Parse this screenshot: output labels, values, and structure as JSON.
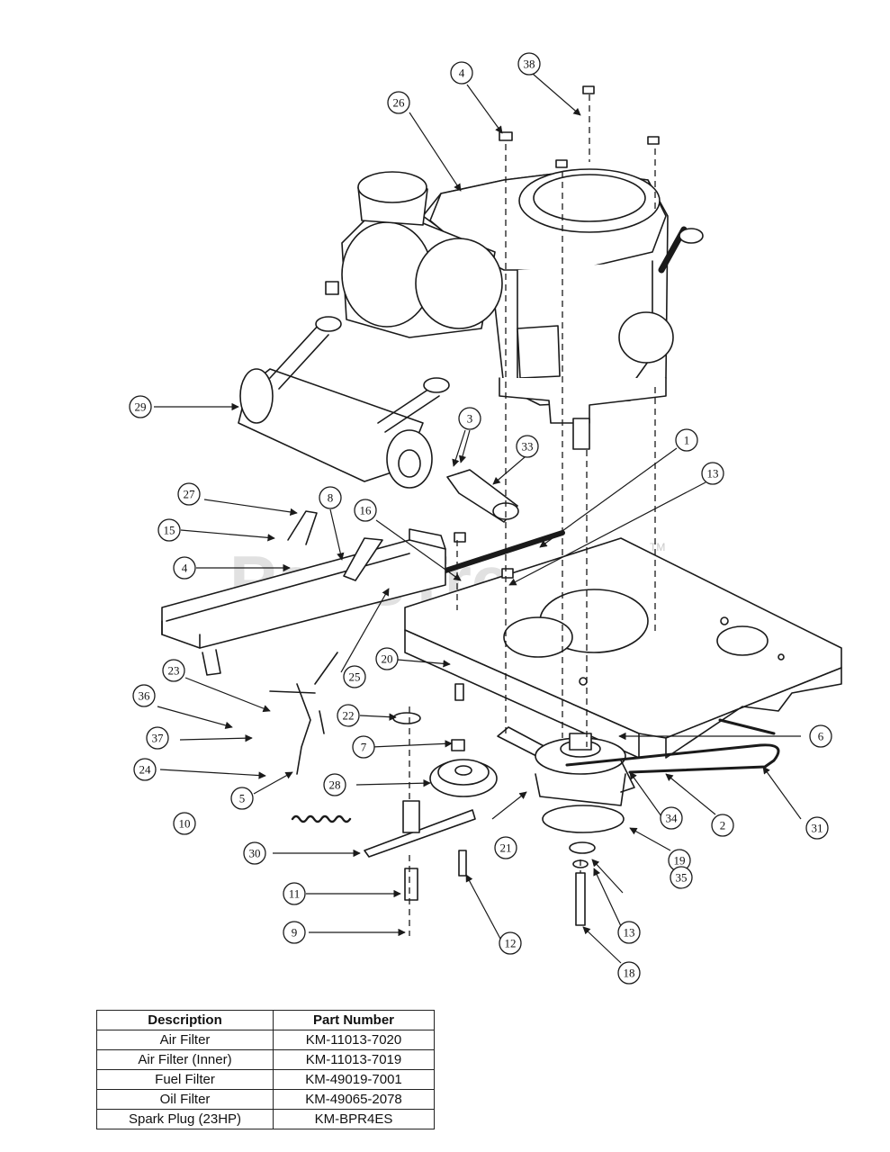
{
  "watermark": {
    "text": "PartsTree",
    "tm": "TM"
  },
  "callouts": [
    {
      "id": "c1",
      "label": "1"
    },
    {
      "id": "c2",
      "label": "2"
    },
    {
      "id": "c3",
      "label": "3"
    },
    {
      "id": "c4a",
      "label": "4"
    },
    {
      "id": "c4b",
      "label": "4"
    },
    {
      "id": "c5",
      "label": "5"
    },
    {
      "id": "c6",
      "label": "6"
    },
    {
      "id": "c7",
      "label": "7"
    },
    {
      "id": "c8",
      "label": "8"
    },
    {
      "id": "c9",
      "label": "9"
    },
    {
      "id": "c10",
      "label": "10"
    },
    {
      "id": "c11",
      "label": "11"
    },
    {
      "id": "c12",
      "label": "12"
    },
    {
      "id": "c13a",
      "label": "13"
    },
    {
      "id": "c13b",
      "label": "13"
    },
    {
      "id": "c15",
      "label": "15"
    },
    {
      "id": "c16",
      "label": "16"
    },
    {
      "id": "c18",
      "label": "18"
    },
    {
      "id": "c19",
      "label": "19"
    },
    {
      "id": "c20",
      "label": "20"
    },
    {
      "id": "c21",
      "label": "21"
    },
    {
      "id": "c22",
      "label": "22"
    },
    {
      "id": "c23",
      "label": "23"
    },
    {
      "id": "c24",
      "label": "24"
    },
    {
      "id": "c25",
      "label": "25"
    },
    {
      "id": "c26",
      "label": "26"
    },
    {
      "id": "c27",
      "label": "27"
    },
    {
      "id": "c28",
      "label": "28"
    },
    {
      "id": "c29",
      "label": "29"
    },
    {
      "id": "c30",
      "label": "30"
    },
    {
      "id": "c31",
      "label": "31"
    },
    {
      "id": "c33",
      "label": "33"
    },
    {
      "id": "c34",
      "label": "34"
    },
    {
      "id": "c35",
      "label": "35"
    },
    {
      "id": "c36",
      "label": "36"
    },
    {
      "id": "c37",
      "label": "37"
    },
    {
      "id": "c38",
      "label": "38"
    }
  ],
  "table": {
    "headers": [
      "Description",
      "Part Number"
    ],
    "rows": [
      [
        "Air Filter",
        "KM-11013-7020"
      ],
      [
        "Air Filter (Inner)",
        "KM-11013-7019"
      ],
      [
        "Fuel Filter",
        "KM-49019-7001"
      ],
      [
        "Oil Filter",
        "KM-49065-2078"
      ],
      [
        "Spark Plug (23HP)",
        "KM-BPR4ES"
      ]
    ]
  }
}
